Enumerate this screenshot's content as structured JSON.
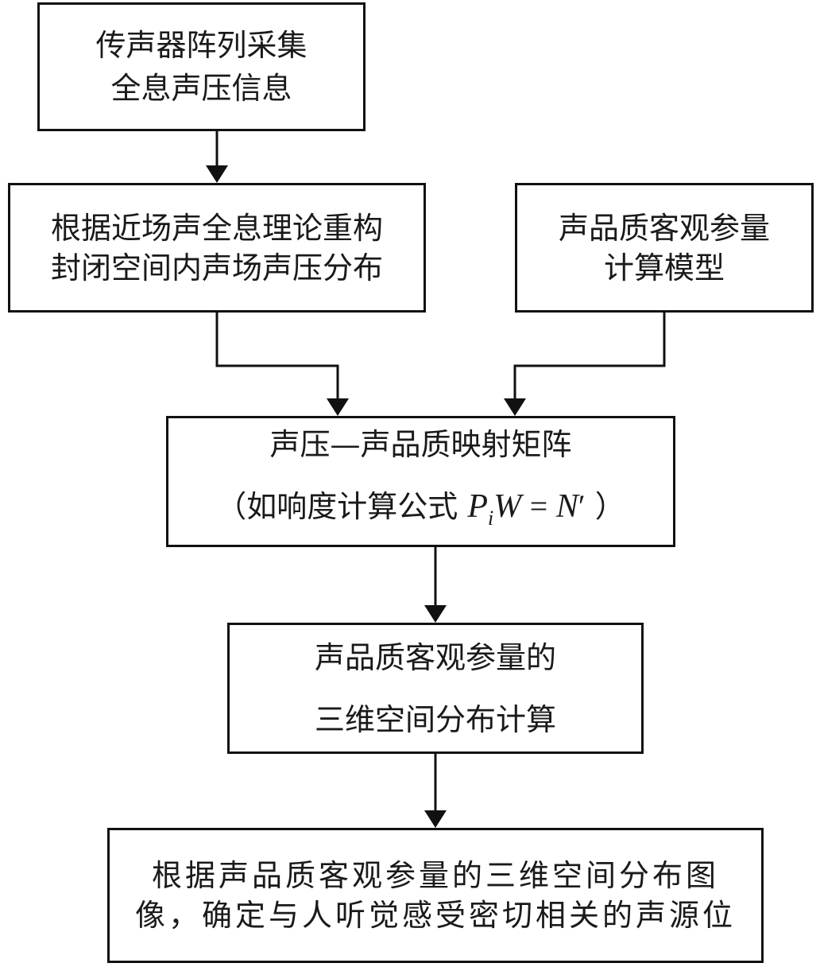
{
  "diagram": {
    "steps": {
      "acquire": {
        "line1": "传声器阵列采集",
        "line2": "全息声压信息"
      },
      "reconstruct": {
        "line1": "根据近场声全息理论重构",
        "line2": "封闭空间内声场声压分布"
      },
      "model": {
        "line1": "声品质客观参量",
        "line2": "计算模型"
      },
      "mapping": {
        "line1": "声压—声品质映射矩阵",
        "line2_prefix": "（如响度计算公式",
        "formula": {
          "var_p": "P",
          "sub_i": "i",
          "var_w": "W",
          "equals": "=",
          "var_n": "N",
          "prime": "′"
        },
        "line2_suffix": "）"
      },
      "distribution": {
        "line1": "声品质客观参量的",
        "line2": "三维空间分布计算"
      },
      "locate": {
        "line1": "根据声品质客观参量的三维空间分布图",
        "line2": "像，确定与人听觉感受密切相关的声源位"
      }
    },
    "colors": {
      "stroke": "#111111",
      "text": "#1a1a1a",
      "background": "#ffffff"
    }
  }
}
